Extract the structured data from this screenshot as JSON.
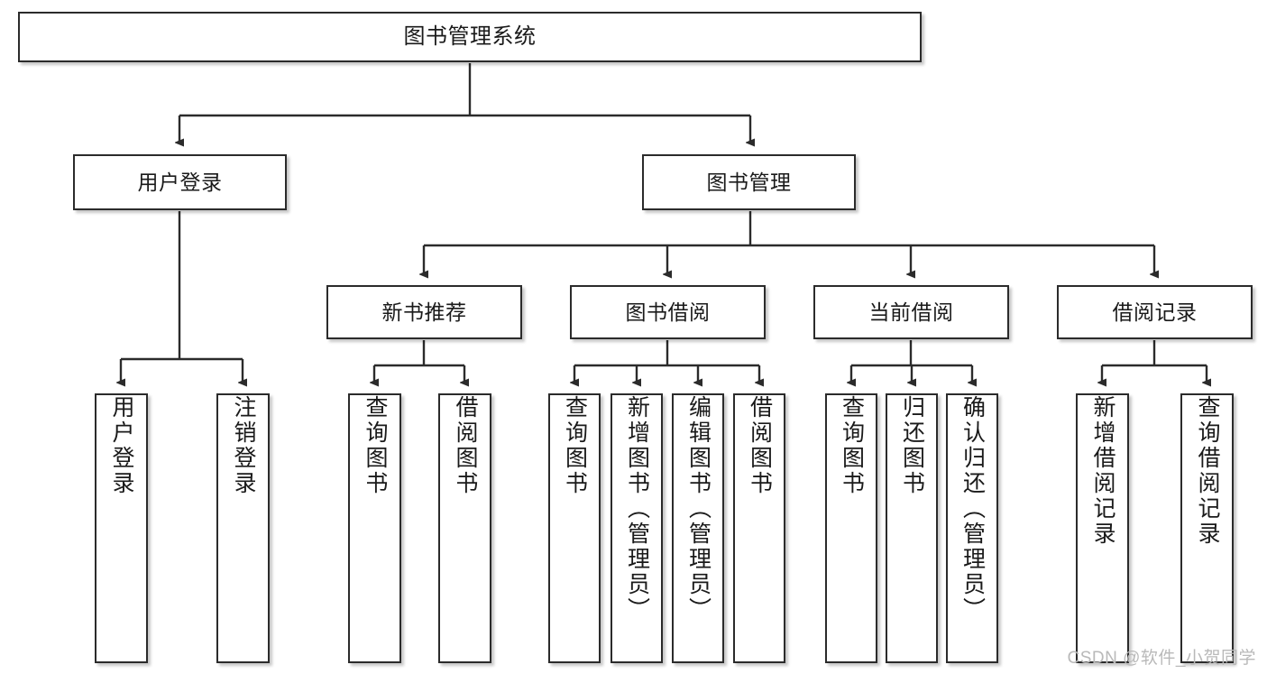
{
  "diagram": {
    "title": "图书管理系统",
    "type": "tree-hierarchy-diagram",
    "colors": {
      "box_border": "#2b2b2b",
      "box_fill": "#ffffff",
      "connector": "#2b2b2b",
      "watermark": "#b9b9b9",
      "canvas": "#ffffff"
    },
    "root": {
      "label": "图书管理系统"
    },
    "level2": [
      {
        "label": "用户登录"
      },
      {
        "label": "图书管理"
      }
    ],
    "level3": [
      {
        "label": "新书推荐"
      },
      {
        "label": "图书借阅"
      },
      {
        "label": "当前借阅"
      },
      {
        "label": "借阅记录"
      }
    ],
    "leaves": {
      "user_login": [
        {
          "label": "用户登录"
        },
        {
          "label": "注销登录"
        }
      ],
      "new_book_recommend": [
        {
          "label": "查询图书"
        },
        {
          "label": "借阅图书"
        }
      ],
      "book_borrow": [
        {
          "label": "查询图书"
        },
        {
          "label": "新增图书（管理员）"
        },
        {
          "label": "编辑图书（管理员）"
        },
        {
          "label": "借阅图书"
        }
      ],
      "current_borrow": [
        {
          "label": "查询图书"
        },
        {
          "label": "归还图书"
        },
        {
          "label": "确认归还（管理员）"
        }
      ],
      "borrow_record": [
        {
          "label": "新增借阅记录"
        },
        {
          "label": "查询借阅记录"
        }
      ]
    }
  },
  "watermark": {
    "text": "CSDN @软件_小贺同学"
  }
}
